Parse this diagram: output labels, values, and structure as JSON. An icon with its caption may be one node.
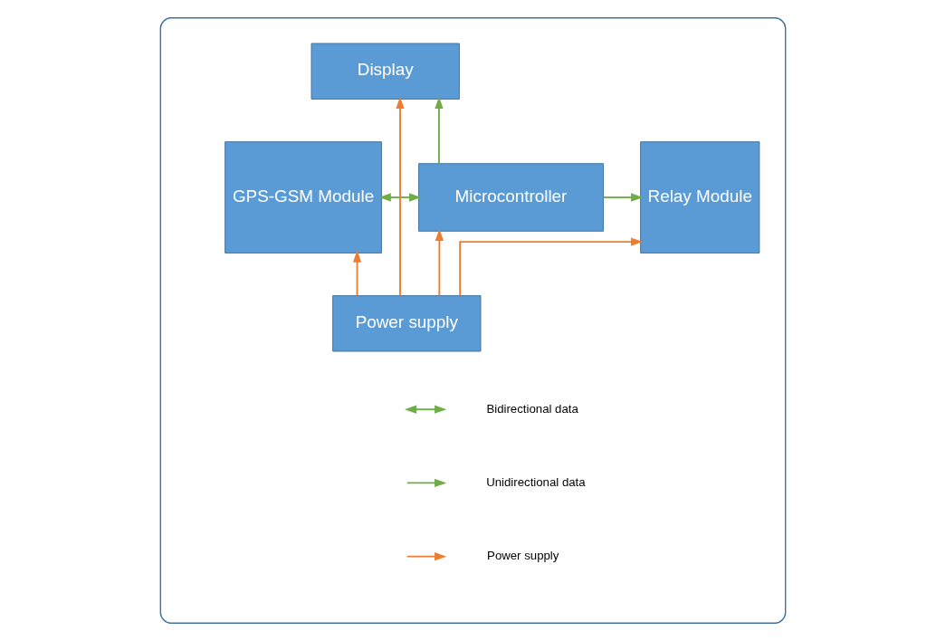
{
  "diagram": {
    "nodes": [
      {
        "text": [],
        "shape": "box"
      },
      {
        "text": [
          "Display"
        ],
        "in": 0
      },
      {
        "text": [
          "GPS-GSM Module"
        ],
        "in": 0
      },
      {
        "text": [
          "Microcontroller"
        ],
        "in": 0
      },
      {
        "text": [
          "Relay Module"
        ],
        "in": 0
      },
      {
        "text": [
          "Power supply"
        ],
        "in": 0
      }
    ],
    "edges": [
      {
        "from": 3,
        "to": 1,
        "arrow": "to",
        "color": "#70ad47"
      },
      {
        "from": 2,
        "to": 3,
        "arrow": "both",
        "color": "#70ad47"
      },
      {
        "from": 3,
        "to": 4,
        "arrow": "to",
        "color": "#70ad47"
      },
      {
        "from": 5,
        "to": 3,
        "arrow": "to",
        "color": "#ed7d31"
      },
      {
        "from": 5,
        "to": 2,
        "arrow": "to",
        "color": "#ed7d31"
      },
      {
        "from": 5,
        "to": 4,
        "arrow": "to",
        "color": "#ed7d31"
      },
      {
        "from": 5,
        "to": 1,
        "arrow": "to",
        "color": "#ed7d31"
      }
    ],
    "legend": [
      {
        "text": "Bidirectional data"
      },
      {
        "text": "Unidirectional data"
      },
      {
        "text": "Power supply"
      }
    ]
  }
}
